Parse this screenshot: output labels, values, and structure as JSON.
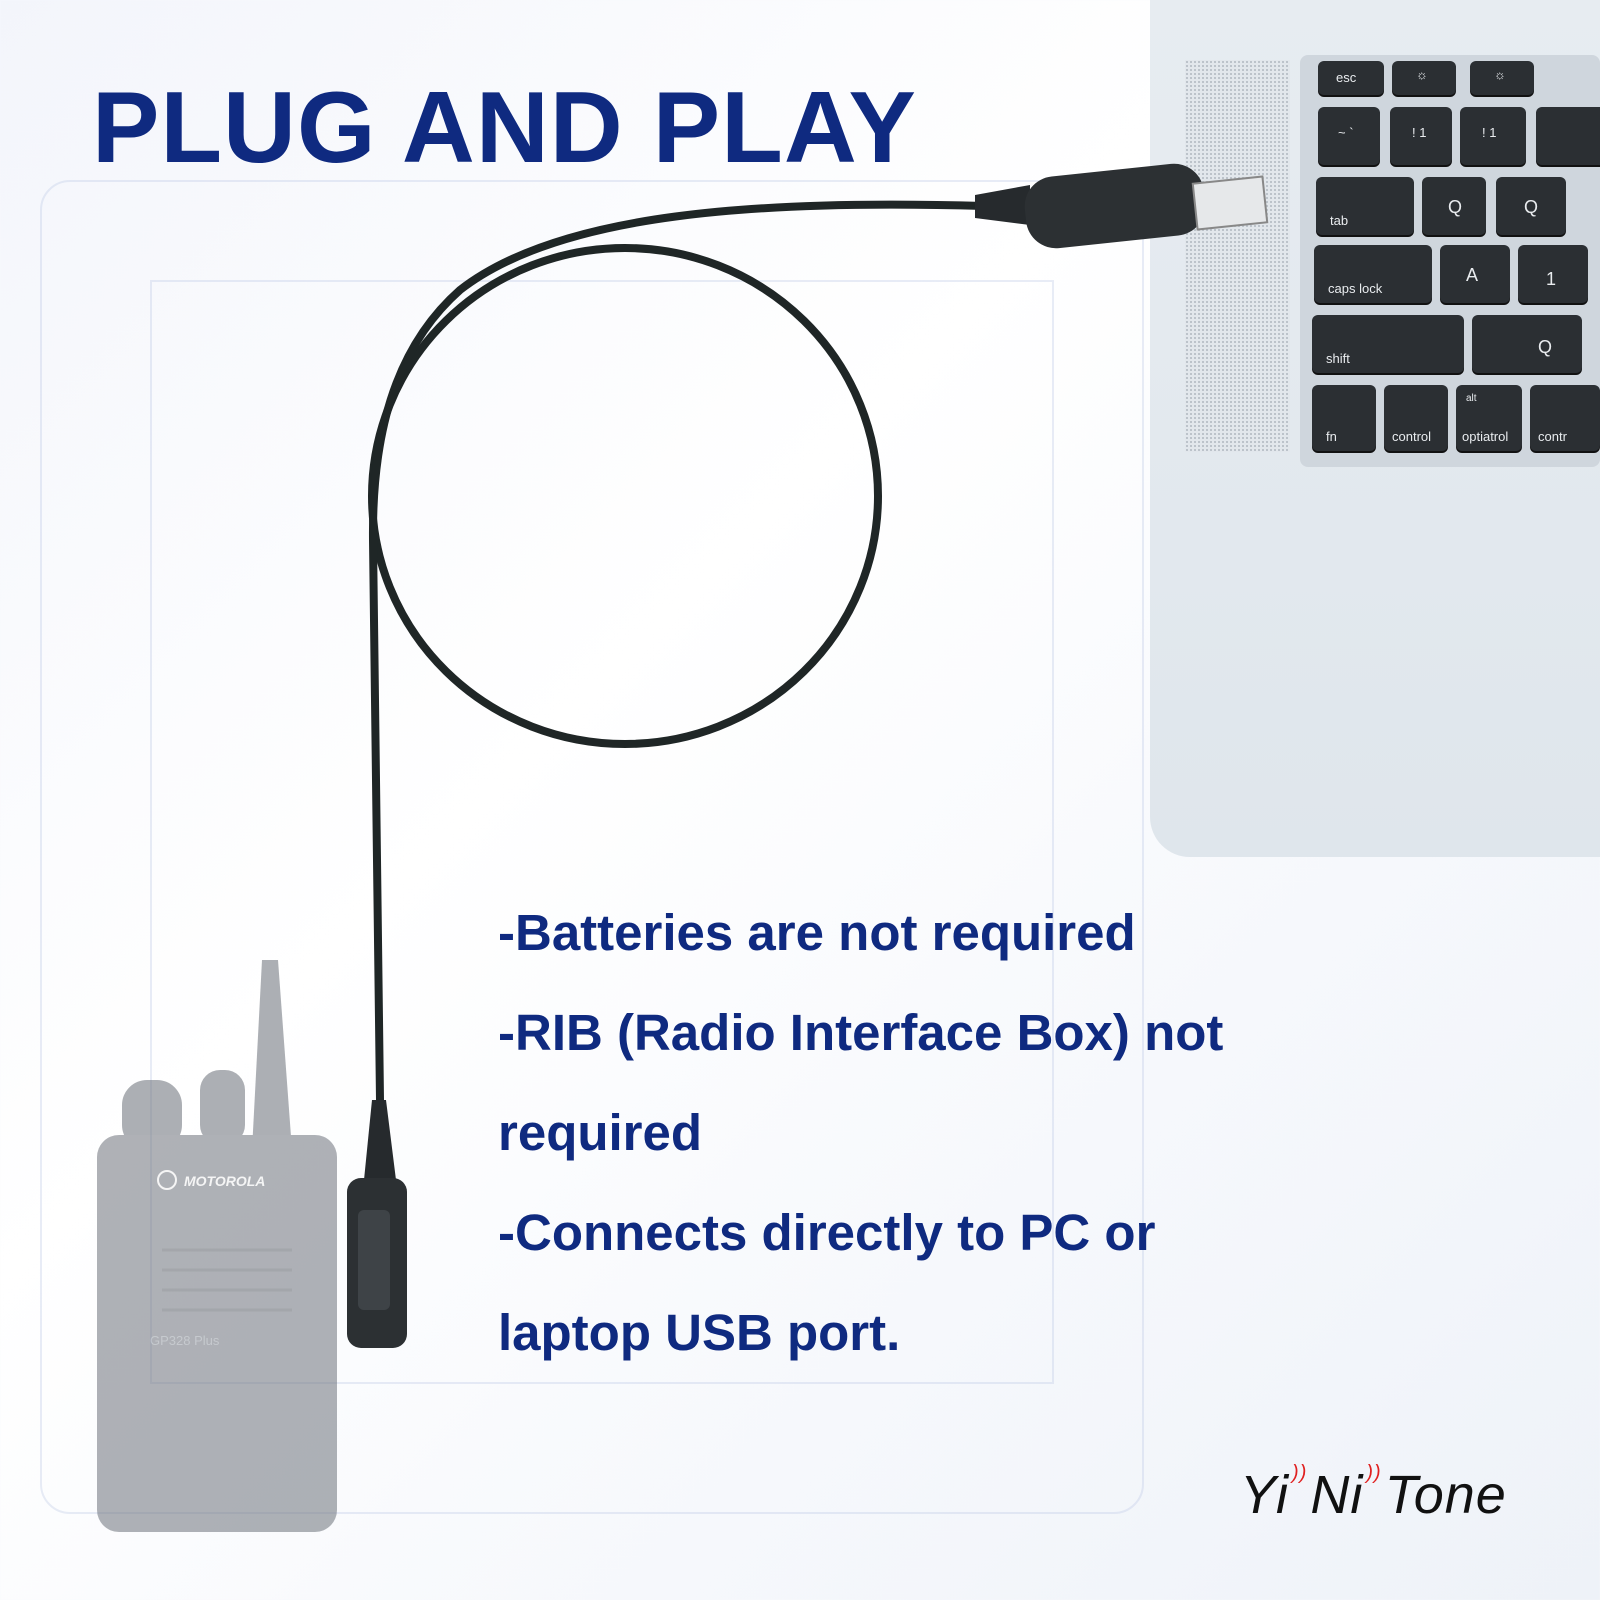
{
  "title": "PLUG AND PLAY",
  "features": [
    "-Batteries are not required",
    "-RIB (Radio Interface Box) not",
    "required",
    "-Connects directly to PC or",
    "laptop USB port."
  ],
  "brand": {
    "name_part1": "Yi",
    "name_part2": "Ni",
    "name_part3": "Tone",
    "signal_icon": "wifi-signal-icon",
    "signal_color": "#e02020"
  },
  "radio": {
    "brand": "MOTOROLA",
    "model": "GP328 Plus"
  },
  "keyboard": {
    "keys": [
      "esc",
      "~ `",
      "! 1",
      "! 1",
      "tab",
      "Q",
      "Q",
      "caps lock",
      "A",
      "1",
      "shift",
      "Q",
      "fn",
      "control",
      "alt",
      "optiatrol",
      "contr"
    ]
  },
  "colors": {
    "text": "#0f2a80",
    "cable": "#1f2626"
  }
}
